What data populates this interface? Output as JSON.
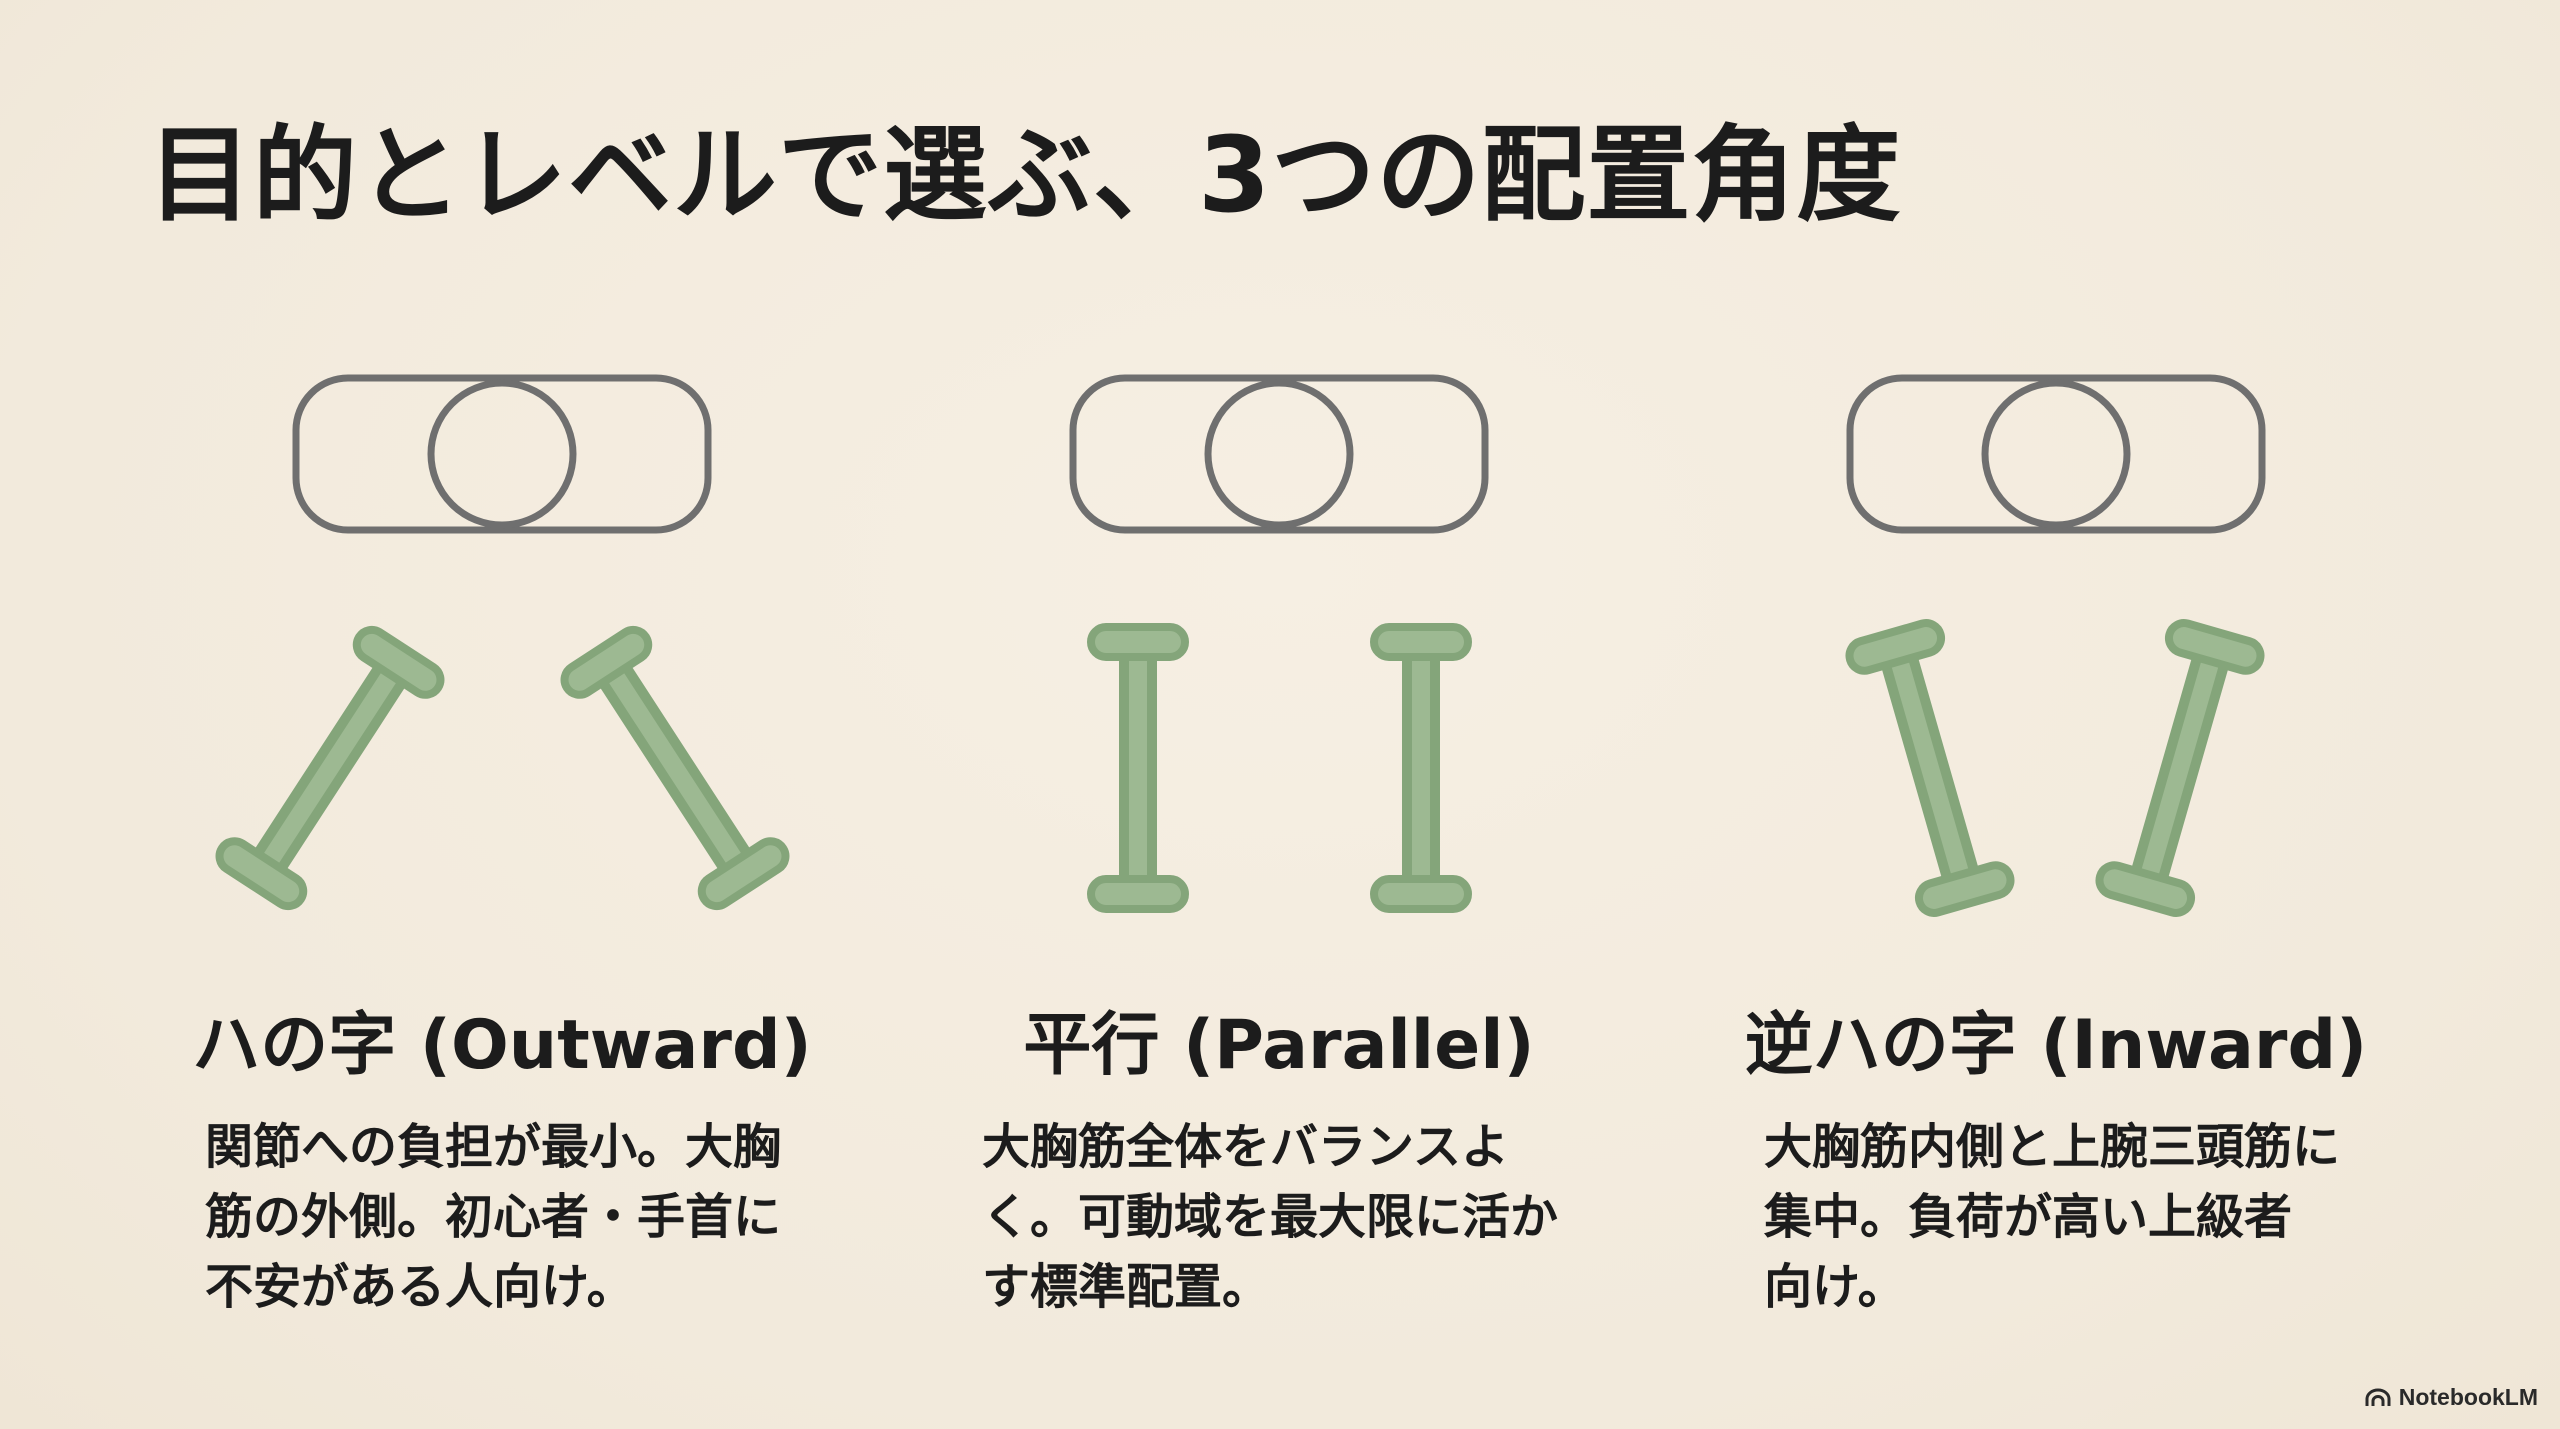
{
  "title": "目的とレベルで選ぶ、3つの配置角度",
  "colors": {
    "background": "#f4ecdf",
    "outline": "#6f6f6f",
    "bar_fill": "#9db992",
    "bar_stroke": "#84a57a"
  },
  "cards": [
    {
      "label": "ハの字 (Outward)",
      "description": "関節への負担が最小。大胸\n筋の外側。初心者・手首に\n不安がある人向け。"
    },
    {
      "label": "平行 (Parallel)",
      "description": "大胸筋全体をバランスよ\nく。可動域を最大限に活か\nす標準配置。"
    },
    {
      "label": "逆ハの字 (Inward)",
      "description": "大胸筋内側と上腕三頭筋に\n集中。負荷が高い上級者\n向け。"
    }
  ],
  "brand": {
    "icon": "notebooklm-logo-icon",
    "text": "NotebookLM"
  }
}
